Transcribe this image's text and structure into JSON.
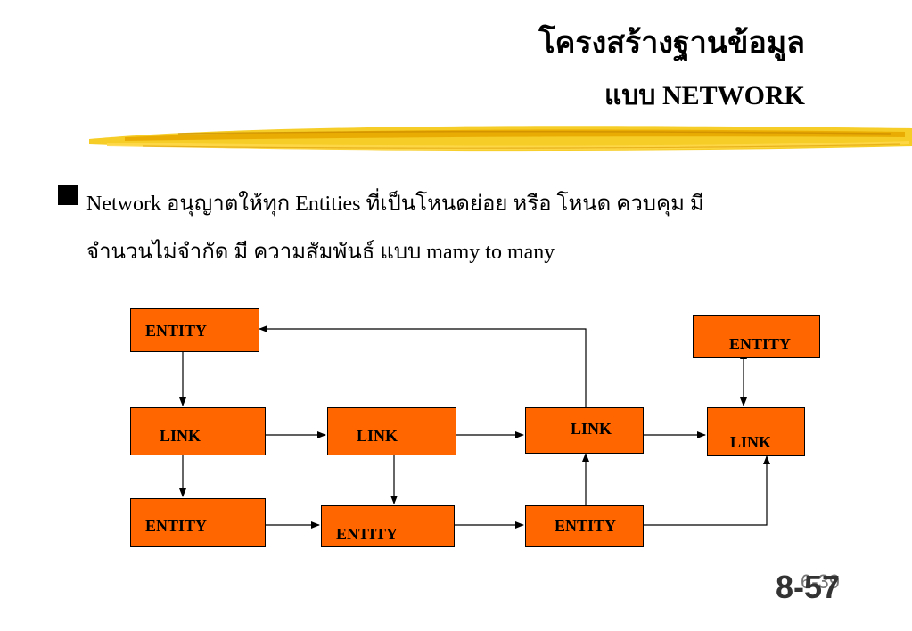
{
  "title": {
    "line1": "โครงสร้างฐานข้อมูล",
    "line2": "แบบ NETWORK"
  },
  "bullet": {
    "line1": "Network อนุญาตให้ทุก Entities ที่เป็นโหนดย่อย หรือ โหนด ควบคุม มี",
    "line2": "จำนวนไม่จำกัด มี ความสัมพันธ์ แบบ mamy to many"
  },
  "diagram": {
    "nodes": [
      {
        "id": "entity_top_left",
        "label": "ENTITY"
      },
      {
        "id": "entity_top_right",
        "label": "ENTITY"
      },
      {
        "id": "link_1",
        "label": "LINK"
      },
      {
        "id": "link_2",
        "label": "LINK"
      },
      {
        "id": "link_3",
        "label": "LINK"
      },
      {
        "id": "link_4",
        "label": "LINK"
      },
      {
        "id": "entity_bottom_1",
        "label": "ENTITY"
      },
      {
        "id": "entity_bottom_2",
        "label": "ENTITY"
      },
      {
        "id": "entity_bottom_3",
        "label": "ENTITY"
      }
    ],
    "colors": {
      "node_fill": "#ff6600",
      "node_border": "#000000",
      "brush": "#f5c400"
    }
  },
  "page": {
    "number": "8-57",
    "ghost_number": "6-39"
  }
}
